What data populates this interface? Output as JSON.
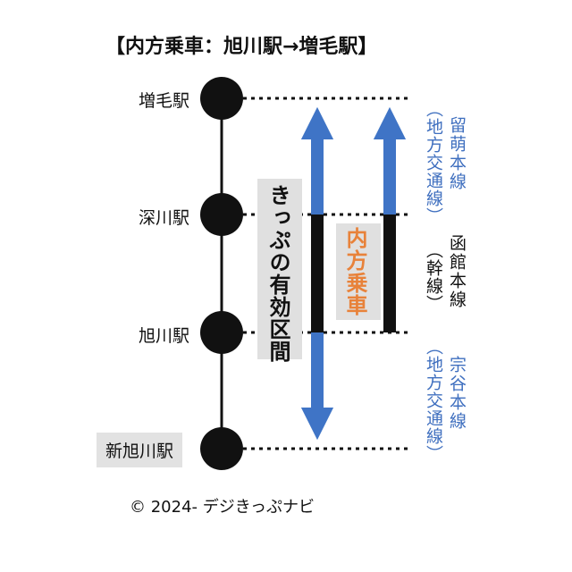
{
  "title": "【内方乗車：旭川駅→増毛駅】",
  "stations": [
    {
      "name": "増毛駅"
    },
    {
      "name": "深川駅"
    },
    {
      "name": "旭川駅"
    },
    {
      "name": "新旭川駅"
    }
  ],
  "ticket_valid_section": "きっぷの有効区間",
  "inner_ride": "内方乗車",
  "lines": {
    "rumoi": {
      "name": "留萌本線",
      "type": "（地方交通線）"
    },
    "hakodate": {
      "name": "函館本線",
      "type": "（幹線）"
    },
    "soya": {
      "name": "宗谷本線",
      "type": "（地方交通線）"
    }
  },
  "copyright": "© 2024- デジきっぷナビ",
  "colors": {
    "arrow_blue": "#3f74c6",
    "ride_orange": "#e8823a",
    "label_bg": "#e0e0e0"
  }
}
